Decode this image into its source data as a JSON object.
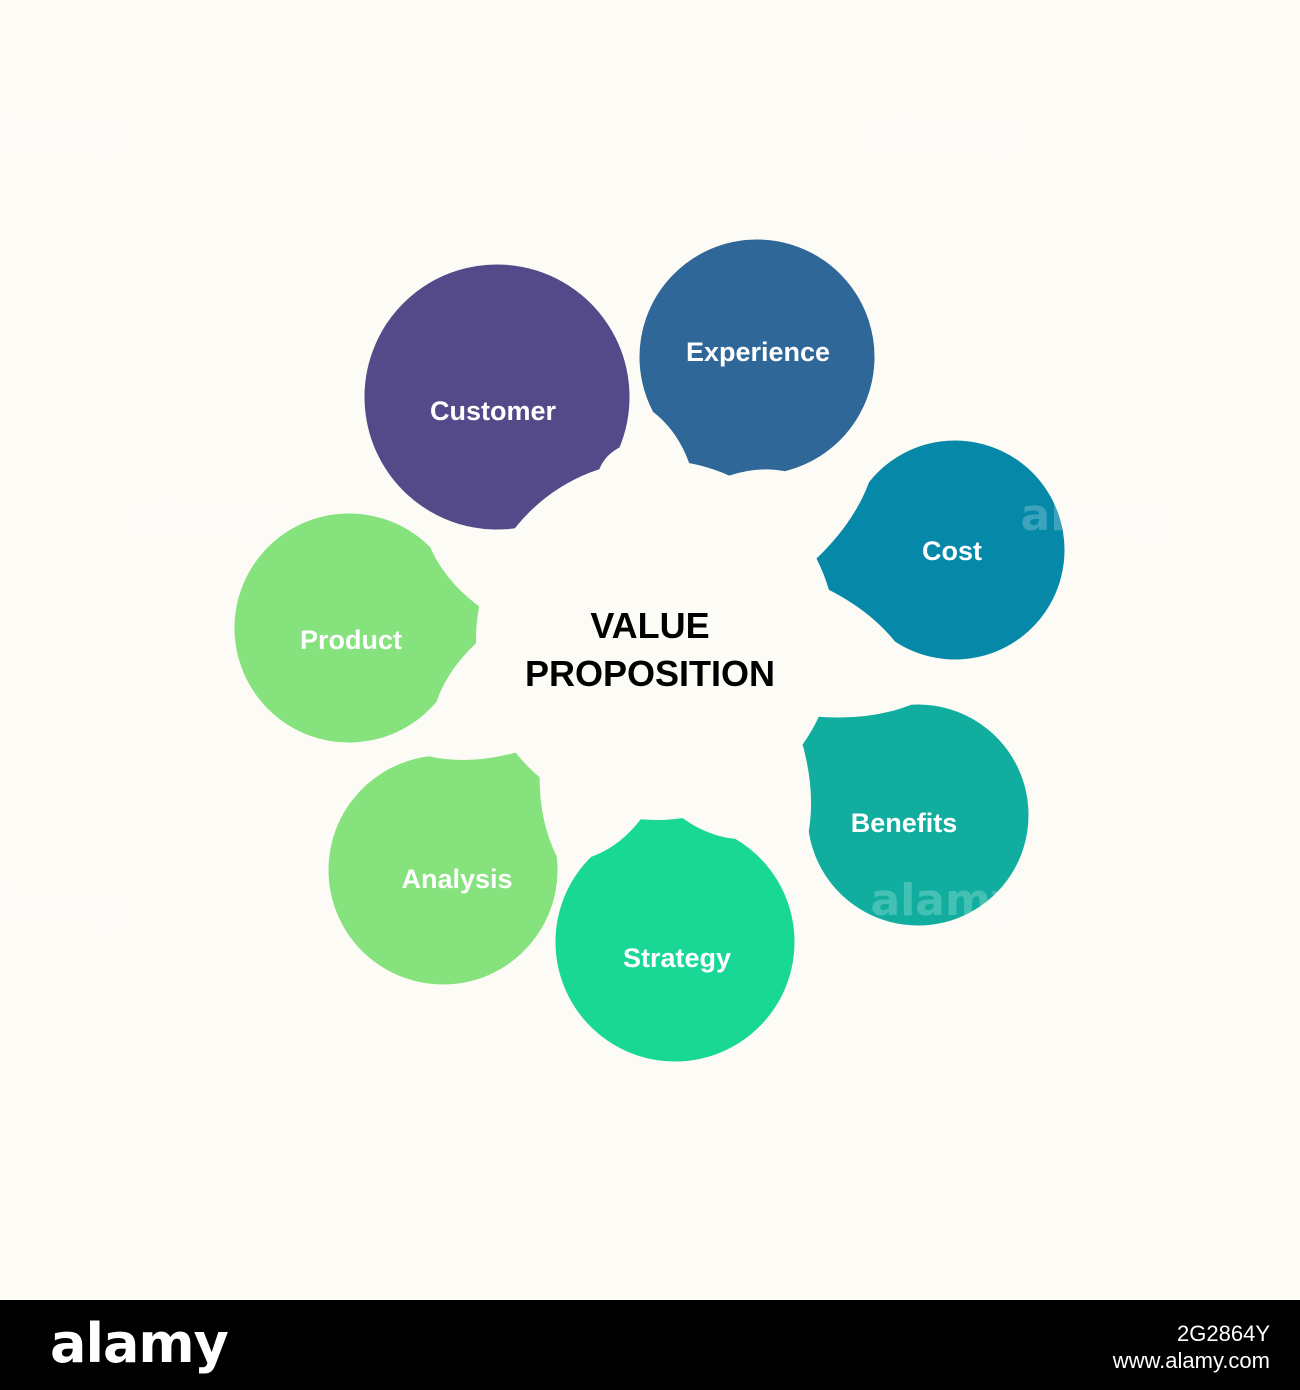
{
  "diagram": {
    "center": {
      "line1": "VALUE",
      "line2": "PROPOSITION",
      "fill": "#fdfbf5",
      "text_color": "#000000"
    },
    "label_color": "#ffffff",
    "petals": [
      {
        "label": "Customer",
        "color": "#544a8a"
      },
      {
        "label": "Experience",
        "color": "#2f6798"
      },
      {
        "label": "Cost",
        "color": "#0688a8"
      },
      {
        "label": "Benefits",
        "color": "#11aea0"
      },
      {
        "label": "Strategy",
        "color": "#19d895"
      },
      {
        "label": "Analysis",
        "color": "#85e27c"
      },
      {
        "label": "Product",
        "color": "#85e27c"
      }
    ]
  },
  "watermark": {
    "text": "alamy",
    "color": "#ffffff"
  },
  "footer": {
    "logo": "alamy",
    "image_id": "2G2864Y",
    "site": "www.alamy.com"
  }
}
